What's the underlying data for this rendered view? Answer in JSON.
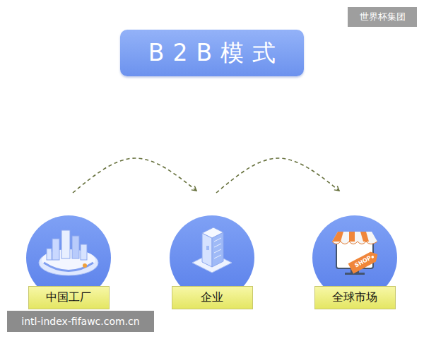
{
  "diagram": {
    "title": "B2B模式",
    "nodes": [
      {
        "text": [
          "中国工厂"
        ]
      },
      {
        "text": [
          "企业"
        ]
      },
      {
        "text": [
          "全球市场"
        ]
      }
    ],
    "edges": [
      {
        "from": 0,
        "to": 1,
        "arrow": "to"
      },
      {
        "from": 1,
        "to": 2,
        "arrow": "to"
      }
    ],
    "labels": [
      "世界杯集团",
      "SHOP",
      "intl-index-fifawc.com.cn"
    ]
  }
}
